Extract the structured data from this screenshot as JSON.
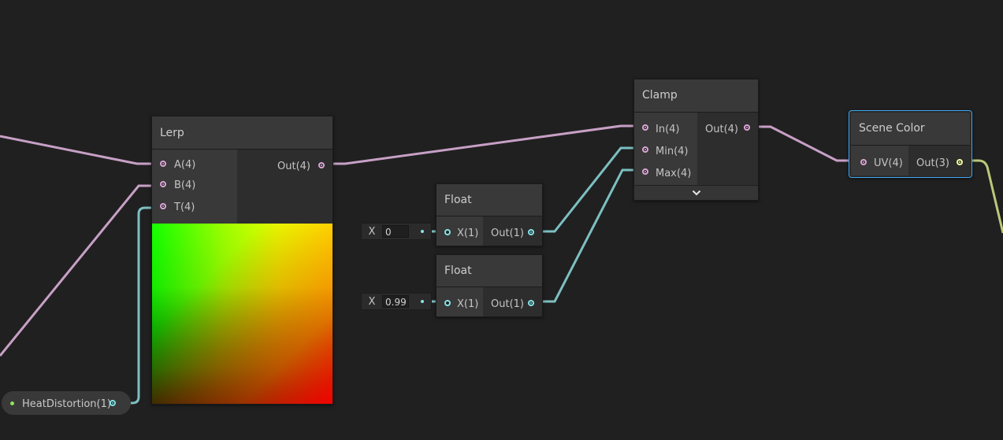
{
  "nodes": {
    "lerp": {
      "title": "Lerp",
      "inputs": [
        "A(4)",
        "B(4)",
        "T(4)"
      ],
      "output": "Out(4)"
    },
    "float1": {
      "title": "Float",
      "input": "X(1)",
      "output": "Out(1)",
      "field_label": "X",
      "field_value": "0"
    },
    "float2": {
      "title": "Float",
      "input": "X(1)",
      "output": "Out(1)",
      "field_label": "X",
      "field_value": "0.99"
    },
    "clamp": {
      "title": "Clamp",
      "inputs": [
        "In(4)",
        "Min(4)",
        "Max(4)"
      ],
      "output": "Out(4)"
    },
    "scene_color": {
      "title": "Scene Color",
      "input": "UV(4)",
      "output": "Out(3)"
    }
  },
  "properties": {
    "heat_distortion": {
      "label": "HeatDistortion(1)"
    }
  },
  "icons": {
    "expand": "chevron-down-icon"
  },
  "colors": {
    "background": "#202020",
    "vector4_wire": "#dca6d8",
    "vector1_wire": "#84e4e7",
    "vector3_wire": "#c8d98a",
    "selection": "#3fa9f5",
    "property_dot": "#8fe25a"
  }
}
